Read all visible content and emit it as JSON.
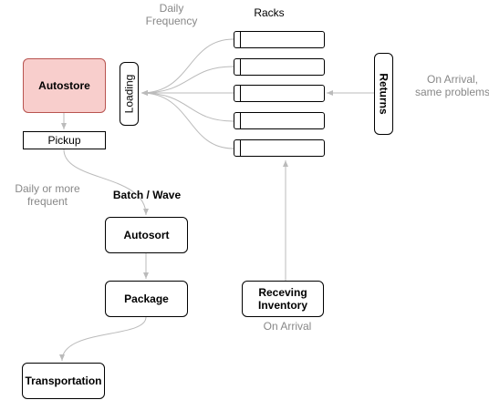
{
  "nodes": {
    "autostore": "Autostore",
    "pickup": "Pickup",
    "loading": "Loading",
    "autosort": "Autosort",
    "package": "Package",
    "transportation": "Transportation",
    "receiving": "Receving\nInventory",
    "returns": "Returns"
  },
  "labels": {
    "racks": "Racks",
    "daily_frequency": "Daily\nFrequency",
    "daily_or_more": "Daily or more\nfrequent",
    "batch_wave": "Batch / Wave",
    "on_arrival_returns": "On Arrival,\nsame problems",
    "on_arrival_receiving": "On Arrival"
  },
  "racks": [
    "",
    "",
    "",
    "",
    ""
  ],
  "colors": {
    "autostore_fill": "#f8cecc",
    "autostore_border": "#b85450",
    "edge": "#bbbbbb",
    "muted_text": "#888888"
  }
}
